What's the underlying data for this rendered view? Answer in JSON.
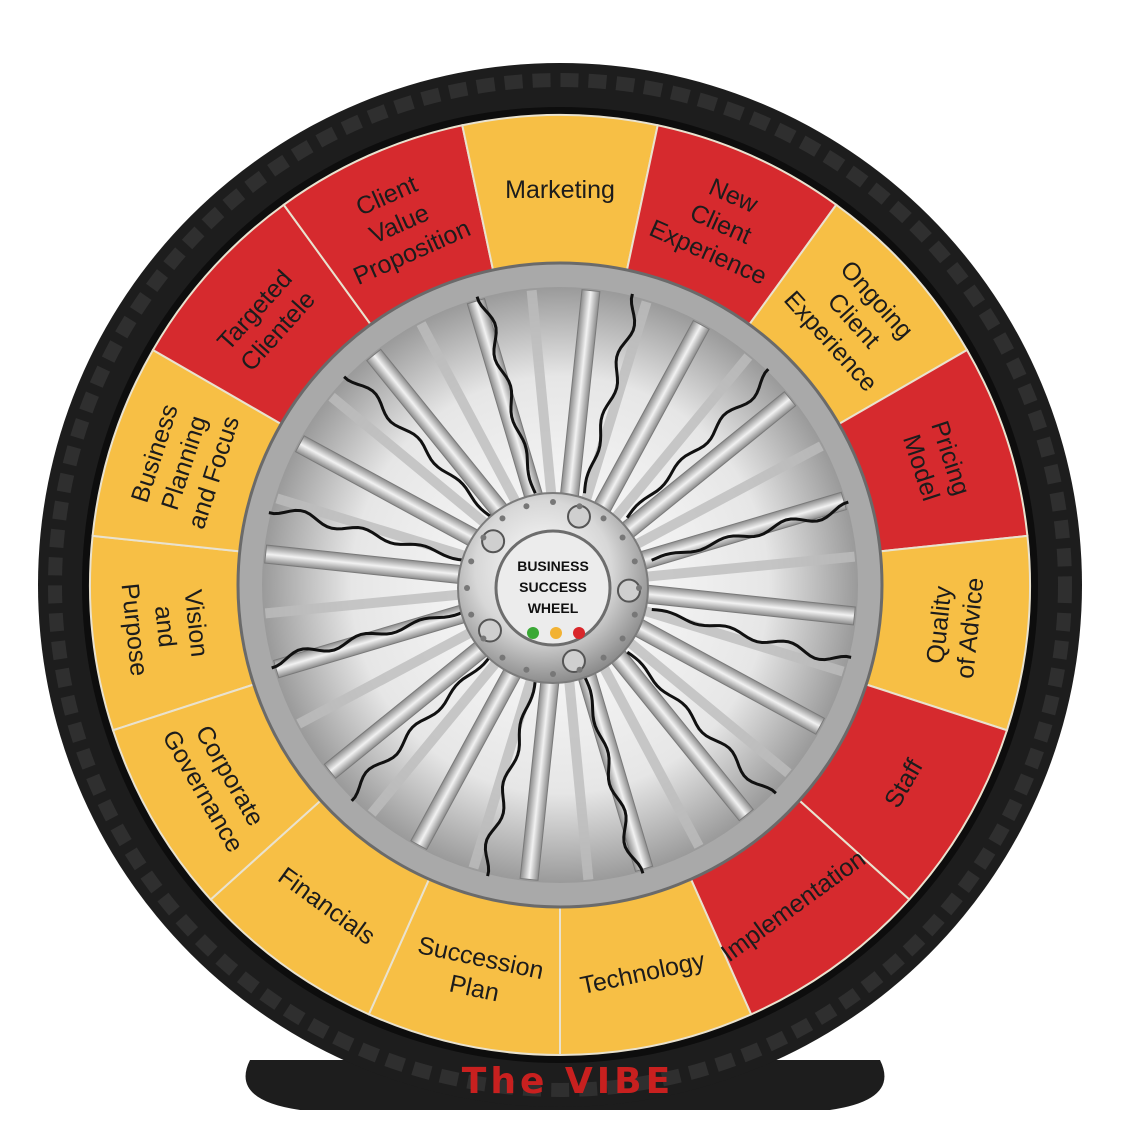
{
  "segments": [
    {
      "lines": [
        "Vision",
        "and",
        "Purpose"
      ],
      "color": "yellow"
    },
    {
      "lines": [
        "Business",
        "Planning",
        "and Focus"
      ],
      "color": "yellow"
    },
    {
      "lines": [
        "Targeted",
        "Clientele"
      ],
      "color": "red"
    },
    {
      "lines": [
        "Client",
        "Value",
        "Proposition"
      ],
      "color": "red"
    },
    {
      "lines": [
        "Marketing"
      ],
      "color": "yellow"
    },
    {
      "lines": [
        "New",
        "Client",
        "Experience"
      ],
      "color": "red"
    },
    {
      "lines": [
        "Ongoing",
        "Client",
        "Experience"
      ],
      "color": "yellow"
    },
    {
      "lines": [
        "Pricing",
        "Model"
      ],
      "color": "red"
    },
    {
      "lines": [
        "Quality",
        "of Advice"
      ],
      "color": "yellow"
    },
    {
      "lines": [
        "Staff"
      ],
      "color": "red"
    },
    {
      "lines": [
        "Implementation"
      ],
      "color": "red"
    },
    {
      "lines": [
        "Technology"
      ],
      "color": "yellow"
    },
    {
      "lines": [
        "Succession",
        "Plan"
      ],
      "color": "yellow"
    },
    {
      "lines": [
        "Financials"
      ],
      "color": "yellow"
    },
    {
      "lines": [
        "Corporate",
        "Governance"
      ],
      "color": "yellow"
    }
  ],
  "hub": {
    "line1": "BUSINESS",
    "line2": "SUCCESS",
    "line3": "WHEEL"
  },
  "hub_lights": [
    "#3aa835",
    "#f2b233",
    "#d9262a"
  ],
  "brand": "The VIBE",
  "colors": {
    "yellow": "#f7bf45",
    "red": "#d62a2e",
    "tire": "#1d1d1d",
    "brand": "#c8201f"
  }
}
